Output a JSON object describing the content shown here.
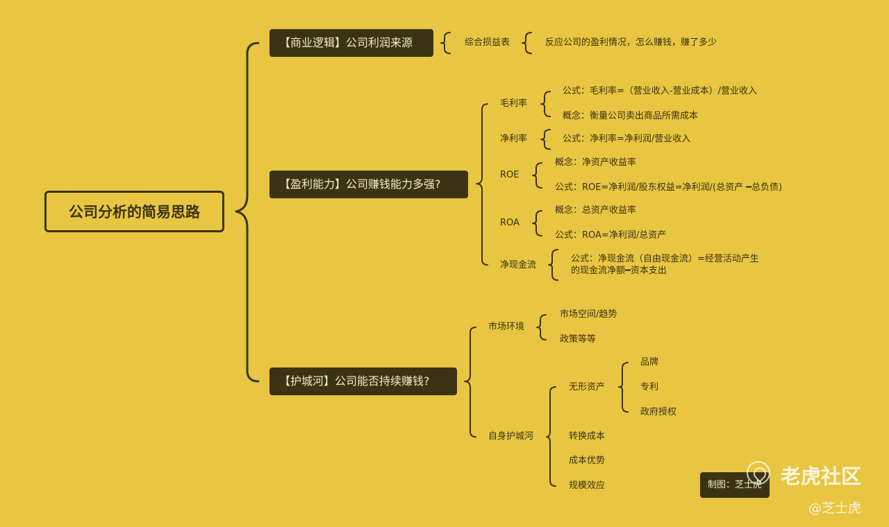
{
  "root": "公司分析的简易思路",
  "branches": [
    {
      "label": "【商业逻辑】公司利润来源",
      "children": [
        {
          "label": "综合损益表",
          "detail": "反应公司的盈利情况，怎么赚钱，赚了多少"
        }
      ]
    },
    {
      "label": "【盈利能力】公司赚钱能力多强?",
      "children": [
        {
          "label": "毛利率",
          "details": [
            "公式：毛利率=（营业收入-营业成本）/营业收入",
            "概念：衡量公司卖出商品所需成本"
          ]
        },
        {
          "label": "净利率",
          "details": [
            "公式：净利率=净利润/营业收入"
          ]
        },
        {
          "label": "ROE",
          "details": [
            "概念：净资产收益率",
            "公式：ROE=净利润/股东权益=净利润/(总资产 ━总负债)"
          ]
        },
        {
          "label": "ROA",
          "details": [
            "概念：总资产收益率",
            "公式：ROA=净利润/总资产"
          ]
        },
        {
          "label": "净现金流",
          "details": [
            "公式：净现金流（自由现金流）=经营活动产生",
            "的现金流净额━资本支出"
          ]
        }
      ]
    },
    {
      "label": "【护城河】公司能否持续赚钱?",
      "children": [
        {
          "label": "市场环境",
          "details": [
            "市场空间/趋势",
            "政策等等"
          ]
        },
        {
          "label": "自身护城河",
          "children": [
            {
              "label": "无形资产",
              "details": [
                "品牌",
                "专利",
                "政府授权"
              ]
            },
            {
              "label": "转换成本"
            },
            {
              "label": "成本优势"
            },
            {
              "label": "规模效应"
            }
          ]
        }
      ]
    }
  ],
  "credit": "制图：芝士虎",
  "watermark": {
    "brand": "老虎社区",
    "handle": "@芝士虎"
  },
  "colors": {
    "background": "#E8C641",
    "ink": "#3c3312",
    "pill_text": "#f5ecc4"
  }
}
